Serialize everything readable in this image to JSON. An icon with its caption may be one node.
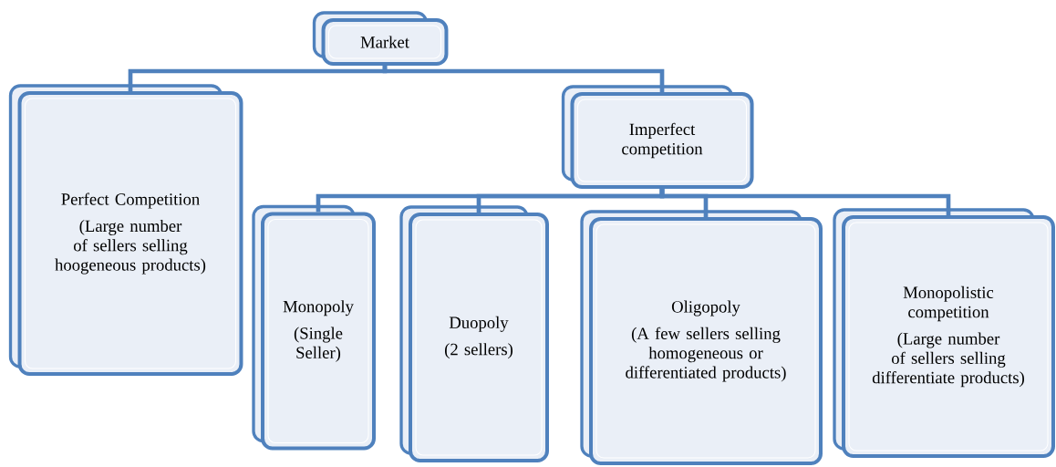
{
  "diagram": {
    "nodes": [
      {
        "text": [
          "Market"
        ]
      },
      {
        "text": [
          "Perfect Competition",
          "(Large number of sellers selling hoogeneous products)"
        ]
      },
      {
        "text": [
          "Imperfect competition"
        ]
      },
      {
        "text": [
          "Monopoly",
          "(Single Seller)"
        ]
      },
      {
        "text": [
          "Duopoly",
          "(2 sellers)"
        ]
      },
      {
        "text": [
          "Oligopoly",
          "(A few sellers selling homogeneous or differentiated products)"
        ]
      },
      {
        "text": [
          "Monopolistic competition",
          "(Large number of sellers selling differentiate products)"
        ]
      }
    ],
    "edges": [
      {
        "from": 0,
        "to": 1,
        "arrow": "none"
      },
      {
        "from": 0,
        "to": 2,
        "arrow": "none"
      },
      {
        "from": 2,
        "to": 3,
        "arrow": "none"
      },
      {
        "from": 2,
        "to": 4,
        "arrow": "none"
      },
      {
        "from": 2,
        "to": 5,
        "arrow": "none"
      },
      {
        "from": 2,
        "to": 6,
        "arrow": "none"
      }
    ]
  }
}
